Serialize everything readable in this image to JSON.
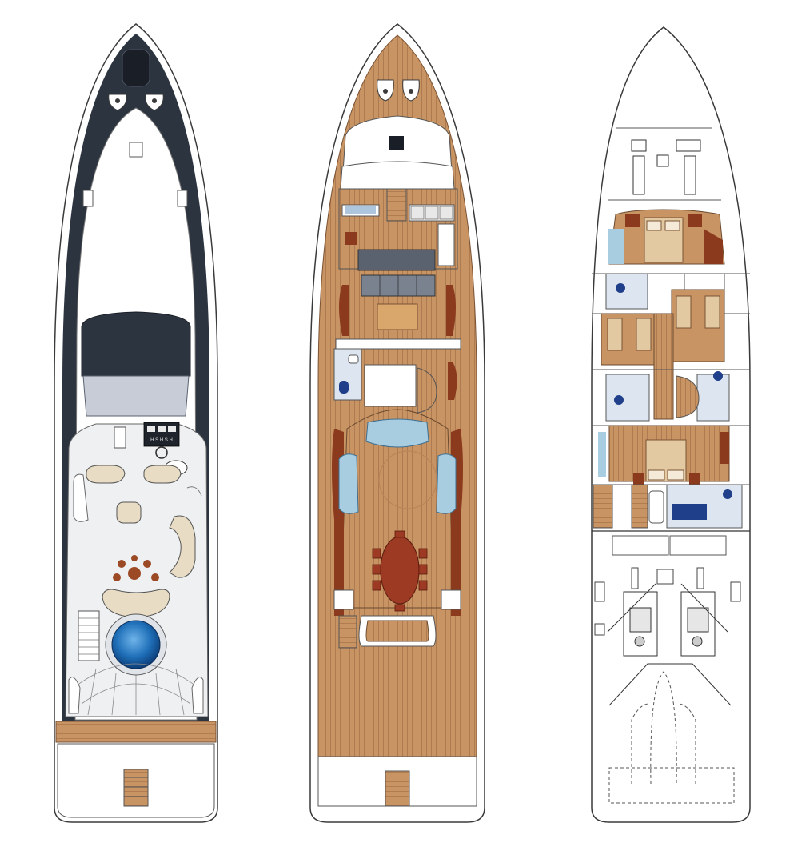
{
  "figure": {
    "views": [
      {
        "key": "flybridge",
        "kind": "upper deck with sun pads, helm, jacuzzi and seating"
      },
      {
        "key": "main",
        "kind": "main deck with salon, dining, galley and aft teak deck"
      },
      {
        "key": "lower",
        "kind": "lower deck with cabins, heads and engine room"
      }
    ],
    "helm_panel_text": "H.S.H.S.H",
    "colors": {
      "teak": "#c89463",
      "teak_line": "#a8744a",
      "dark_hull": "#2c3440",
      "outline": "#3a3a3a",
      "floor_grey": "#eef0f2",
      "cushion": "#e8dcc4",
      "rust": "#8b3a1e",
      "glass_blue": "#a9cde0",
      "pool_blue": "#1f6fb8",
      "bed": "#e2c9a2"
    }
  }
}
